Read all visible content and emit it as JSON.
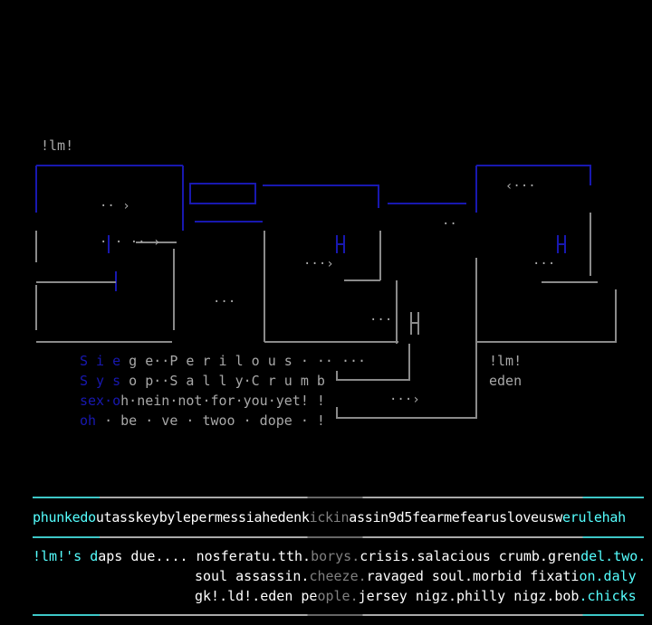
{
  "logo_tag": "!lm!",
  "credits": {
    "line1": {
      "blue": "S i e",
      "gray": " g e··P e r i l o u s · ·· ···"
    },
    "line2": {
      "blue": "S y s",
      "gray": " o p··S a l l y·C r u m b"
    },
    "line3": {
      "blue": "sex·o",
      "gray": "h·nein·not·for·you·yet! !"
    },
    "line4": {
      "blue": "oh",
      "gray": " · be · ve · twoo · dope · !"
    },
    "side_tag": "!lm!",
    "side_name": "eden"
  },
  "banner": {
    "seg1": "phunkedo",
    "seg2": "utasskeybylepermessiahedenk",
    "seg3": "ickin",
    "seg4": "assin9d5fearmefearusloveusw",
    "seg5": "erulehah"
  },
  "daps": {
    "l1": [
      "!lm!'s d",
      "aps due.... nosferatu.tth.",
      "borys.",
      "crisis.salacious crumb.gren",
      "del.two."
    ],
    "l2": [
      "soul assassin.",
      "cheeze.",
      "ravaged soul.morbid fixati",
      "on.daly"
    ],
    "l3": [
      "gk!.ld!.eden pe",
      "ople.",
      "jersey nigz.philly nigz.bob",
      ".chicks"
    ]
  },
  "colors": {
    "blue": "#1818b0",
    "gray": "#a8a8a8",
    "white": "#ffffff",
    "cyan": "#55ffff"
  }
}
